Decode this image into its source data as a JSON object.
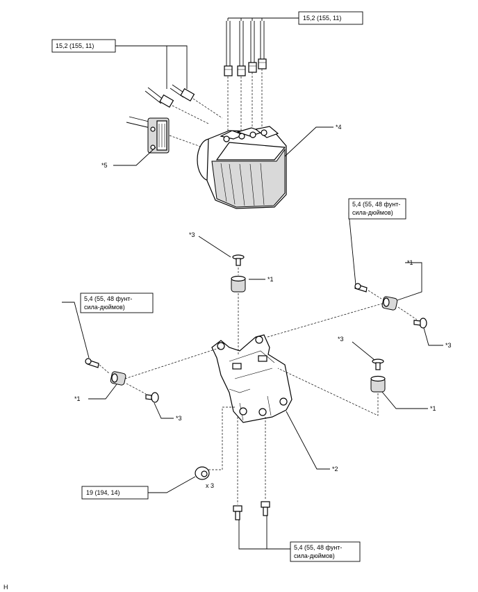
{
  "callouts": {
    "c1a": "*1",
    "c1b": "*1",
    "c1c": "*1",
    "c1d": "*1",
    "c2": "*2",
    "c3a": "*3",
    "c3b": "*3",
    "c3c": "*3",
    "c3d": "*3",
    "c4": "*4",
    "c5": "*5"
  },
  "torques": {
    "top_right": "15,2 (155, 11)",
    "top_left": "15,2 (155, 11)",
    "right_bolt": [
      "5,4 (55, 48 фунт-",
      "сила-дюймов)"
    ],
    "left_bolt": [
      "5,4 (55, 48 фунт-",
      "сила-дюймов)"
    ],
    "nut": "19 (194, 14)",
    "bottom_bolts": [
      "5,4 (55, 48 фунт-",
      "сила-дюймов)"
    ]
  },
  "quantity": "x 3",
  "footer_code": "H"
}
